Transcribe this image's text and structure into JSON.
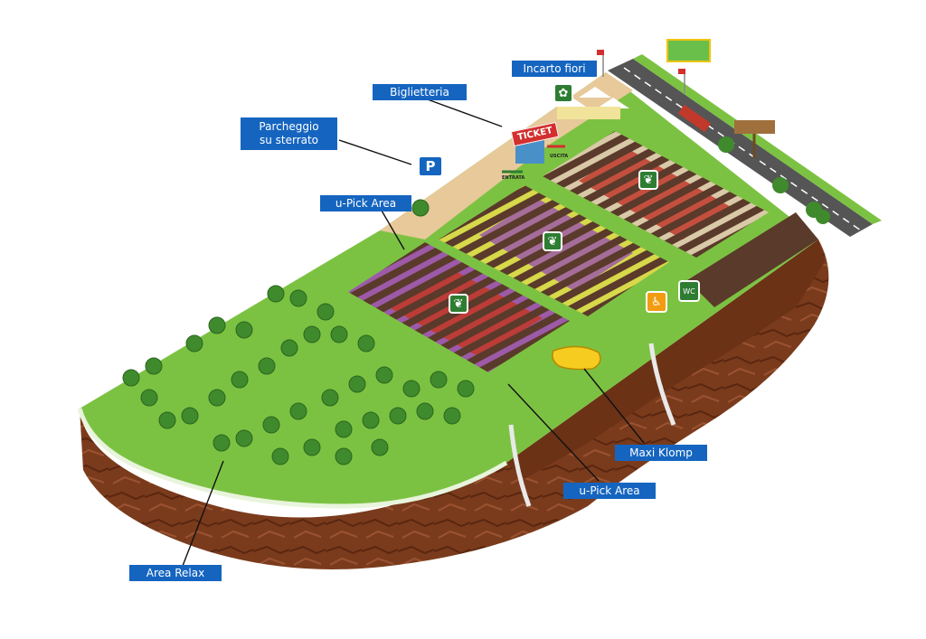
{
  "labels": {
    "incarto_fiori": "Incarto fiori",
    "biglietteria": "Biglietteria",
    "parcheggio_line1": "Parcheggio",
    "parcheggio_line2": "su sterrato",
    "upick_top": "u-Pick Area",
    "upick_bottom": "u-Pick Area",
    "maxi_klomp": "Maxi Klomp",
    "area_relax": "Area Relax"
  },
  "signs": {
    "ticket": "TICKET",
    "uscita": "USCITA",
    "entrata": "ENTRATA",
    "parking": "P",
    "wc": "WC"
  },
  "icons": [
    "flower-pick-icon",
    "parking-icon",
    "wheelchair-icon",
    "wc-icon",
    "ice-cream-flower-icon"
  ],
  "colors": {
    "label_bg": "#1565c0",
    "grass": "#7cc242",
    "soil": "#7a3b1c",
    "road": "#555555",
    "pin_green": "#2e7d32",
    "tulip_purple": "#9c5aa8",
    "tulip_red": "#c0392b",
    "tulip_yellow": "#d7d84a"
  }
}
